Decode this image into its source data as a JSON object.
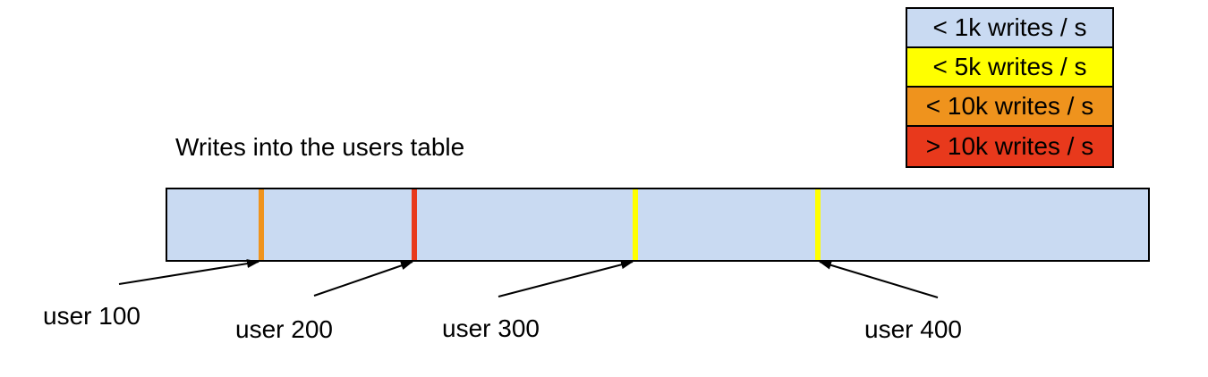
{
  "title": "Writes into the users table",
  "colors": {
    "background": "#ffffff",
    "outline": "#000000",
    "bar_fill": "#c9daf2",
    "light_blue": "#c9daf2",
    "yellow": "#ffff00",
    "orange": "#ef931d",
    "red": "#e8391c"
  },
  "legend": {
    "items": [
      {
        "label": "< 1k writes / s",
        "color": "#c9daf2"
      },
      {
        "label": "< 5k writes / s",
        "color": "#ffff00"
      },
      {
        "label": "< 10k writes / s",
        "color": "#ef931d"
      },
      {
        "label": "> 10k writes / s",
        "color": "#e8391c"
      }
    ]
  },
  "markers": [
    {
      "label": "user 100",
      "color": "#ef931d",
      "rate": "< 10k writes / s"
    },
    {
      "label": "user 200",
      "color": "#e8391c",
      "rate": "> 10k writes / s"
    },
    {
      "label": "user 300",
      "color": "#ffff00",
      "rate": "< 5k writes / s"
    },
    {
      "label": "user 400",
      "color": "#ffff00",
      "rate": "< 5k writes / s"
    }
  ]
}
